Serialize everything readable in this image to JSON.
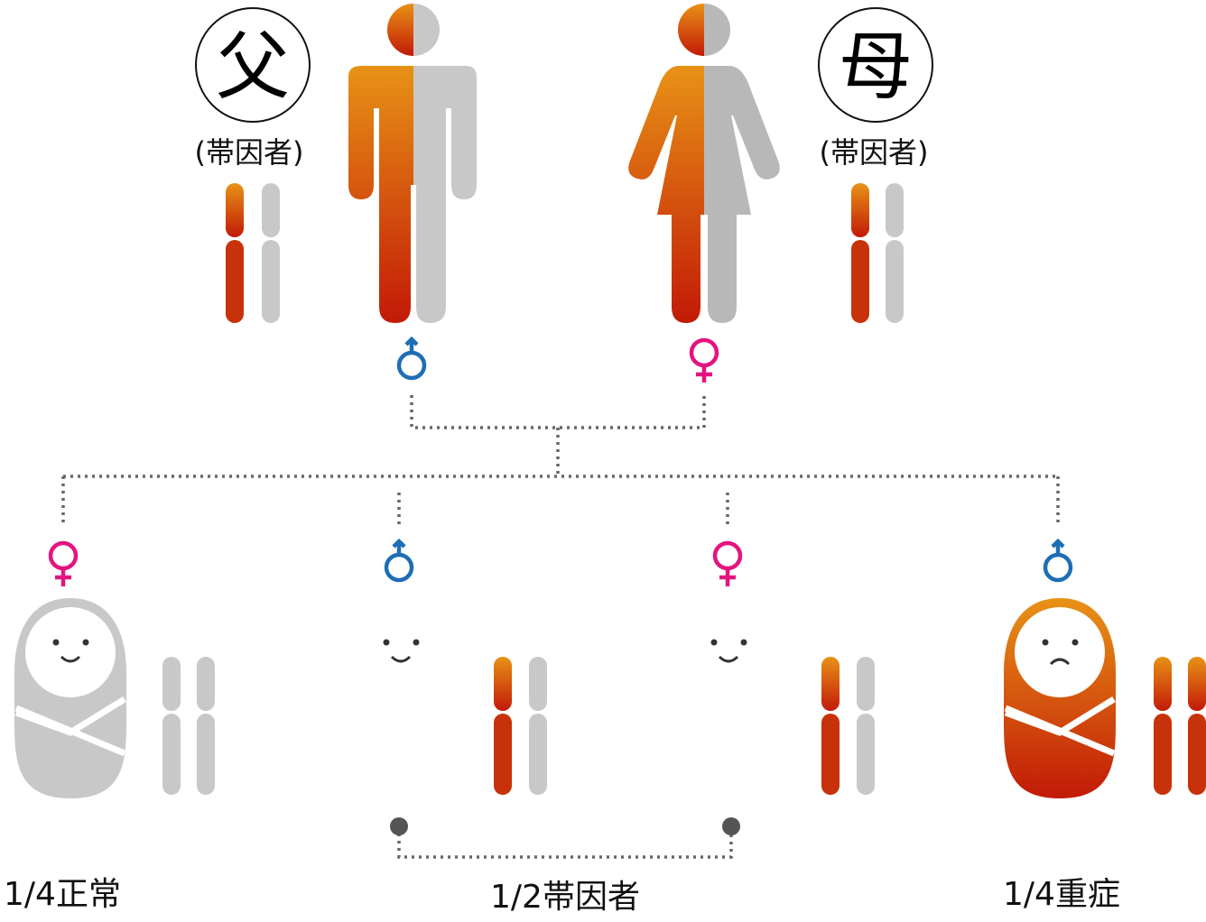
{
  "colors": {
    "gene_orange_top": "#e89216",
    "gene_red_bottom": "#c21a07",
    "gene_gray": "#c8c8c8",
    "male_symbol": "#1e6eb5",
    "female_symbol": "#e4147f",
    "dotted_line": "#666666",
    "dot": "#555555"
  },
  "father": {
    "label": "父",
    "status": "(帯因者)",
    "symbol_icon": "male-symbol-icon"
  },
  "mother": {
    "label": "母",
    "status": "(帯因者)",
    "symbol_icon": "female-symbol-icon"
  },
  "children": [
    {
      "sex": "female",
      "state": "normal",
      "face": "smile"
    },
    {
      "sex": "male",
      "state": "carrier",
      "face": "smile"
    },
    {
      "sex": "female",
      "state": "carrier",
      "face": "smile"
    },
    {
      "sex": "male",
      "state": "affected",
      "face": "sad"
    }
  ],
  "results": {
    "normal": "1/4正常",
    "carrier": "1/2帯因者",
    "affected": "1/4重症"
  }
}
